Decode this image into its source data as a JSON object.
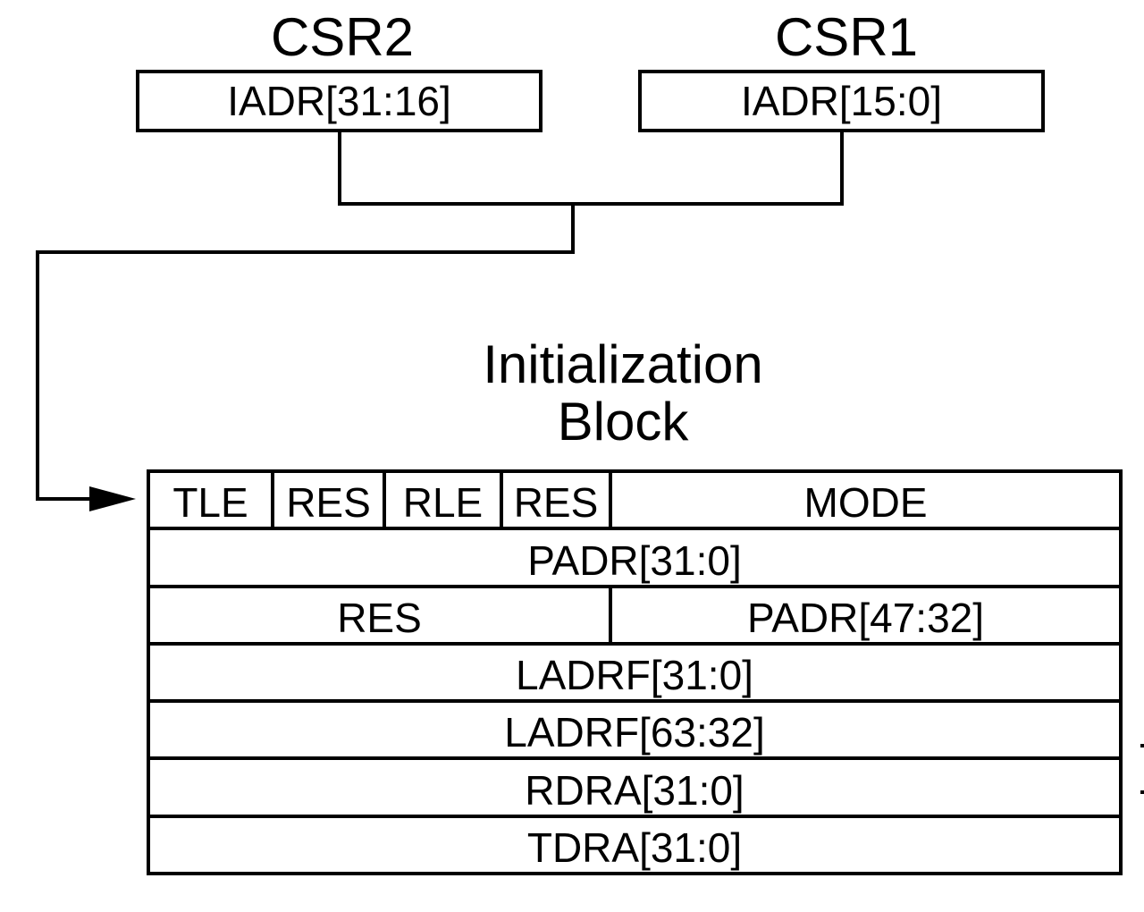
{
  "registers": {
    "csr2": {
      "title": "CSR2",
      "field": "IADR[31:16]"
    },
    "csr1": {
      "title": "CSR1",
      "field": "IADR[15:0]"
    }
  },
  "init_block": {
    "title_line1": "Initialization",
    "title_line2": "Block",
    "row0": [
      "TLE",
      "RES",
      "RLE",
      "RES",
      "MODE"
    ],
    "row1": "PADR[31:0]",
    "row2": [
      "RES",
      "PADR[47:32]"
    ],
    "row3": "LADRF[31:0]",
    "row4": "LADRF[63:32]",
    "row5": "RDRA[31:0]",
    "row6": "TDRA[31:0]"
  }
}
